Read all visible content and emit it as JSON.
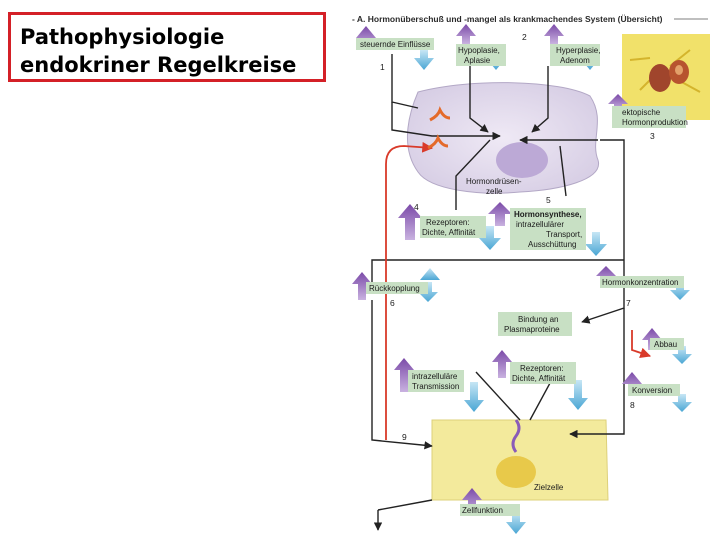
{
  "slide": {
    "title_line1": "Pathophysiologie",
    "title_line2": "endokriner Regelkreise"
  },
  "figure": {
    "header": "- A. Hormonüberschuß und -mangel als krankmachendes System (Übersicht)",
    "numbers": [
      "1",
      "2",
      "3",
      "4",
      "5",
      "6",
      "7",
      "8",
      "9"
    ],
    "labels": {
      "steuernde": "steuernde Einflüsse",
      "hypoplasie_1": "Hypoplasie,",
      "hypoplasie_2": "Aplasie",
      "hyperplasie_1": "Hyperplasie,",
      "hyperplasie_2": "Adenom",
      "ektopisch_1": "ektopische",
      "ektopisch_2": "Hormonproduktion",
      "hormondruesen_1": "Hormondrüsen-",
      "hormondruesen_2": "zelle",
      "rezeptoren_1": "Rezeptoren:",
      "rezeptoren_2": "Dichte, Affinität",
      "synthese_1": "Hormonsynthese,",
      "synthese_2": "intrazellulärer",
      "synthese_3": "Transport,",
      "synthese_4": "Ausschüttung",
      "rueckkopplung": "Rückkopplung",
      "hormonkonzentration": "Hormonkonzentration",
      "bindung_1": "Bindung an",
      "bindung_2": "Plasmaproteine",
      "abbau": "Abbau",
      "transmission_1": "intrazelluläre",
      "transmission_2": "Transmission",
      "rezeptoren2_1": "Rezeptoren:",
      "rezeptoren2_2": "Dichte, Affinität",
      "konversion": "Konversion",
      "zielzelle": "Zielzelle",
      "zellfunktion": "Zellfunktion"
    },
    "colors": {
      "arrow_up": "#8a5bb8",
      "arrow_down": "#5ab0d8",
      "feedback": "#d93a2a",
      "label_box": "#c8e0c4",
      "gland_cell": "#e2dcec",
      "target_cell": "#f3ea9c",
      "flow": "#222222"
    }
  }
}
